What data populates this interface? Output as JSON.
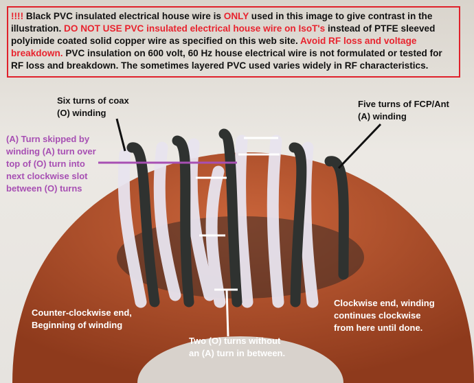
{
  "warning": {
    "prefix": "!!!!",
    "t1": " Black PVC insulated electrical house wire is ",
    "only": "ONLY",
    "t2": " used in this image to give contrast in the illustration. ",
    "donot": "DO NOT USE PVC insulated electrical house wire on IsoT's",
    "t3": " instead of PTFE sleeved polyimide coated solid copper wire as specified on this web site. ",
    "avoid": "Avoid RF loss and voltage breakdown.",
    "t4": " PVC insulation on 600 volt, 60 Hz house electrical wire is not formulated or tested for RF loss and breakdown. The sometimes layered PVC used varies widely in RF characteristics."
  },
  "labels": {
    "coax": [
      "Six turns of coax",
      "(O) winding"
    ],
    "fcp": [
      "Five turns of FCP/Ant",
      "(A) winding"
    ],
    "skipped": [
      "(A) Turn skipped by",
      "winding (A) turn over",
      "top of (O) turn into",
      "next clockwise slot",
      "between (O) turns"
    ],
    "ccw": [
      "Counter-clockwise end,",
      "Beginning of winding"
    ],
    "cw": [
      "Clockwise end, winding",
      "continues clockwise",
      "from here until done."
    ],
    "two": [
      "Two (O) turns without",
      "an (A) turn in between."
    ]
  },
  "colors": {
    "warning_red": "#e8232e",
    "annotation_purple": "#a74fb3",
    "core": "#b8542c"
  }
}
